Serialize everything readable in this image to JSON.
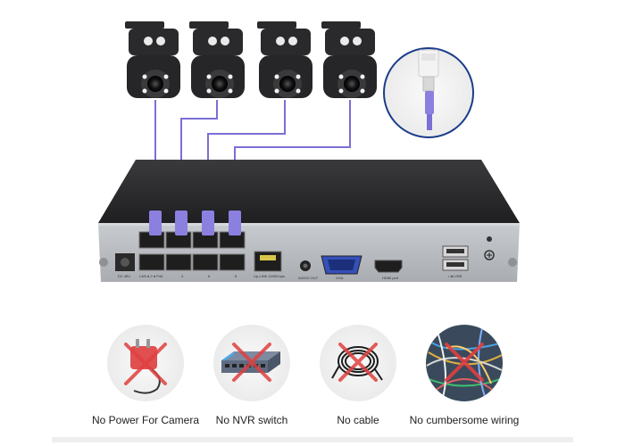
{
  "colors": {
    "cable": "#7b6fd6",
    "plug": "#8b80e0",
    "nvr_top": "#2b2b2d",
    "nvr_front": "#b9bcc1",
    "camera_body": "#2a2a2c",
    "red_x": "#e04040"
  },
  "features": [
    {
      "label": "No Power For Camera",
      "icon": "power-adapter-icon"
    },
    {
      "label": "No NVR switch",
      "icon": "network-switch-icon"
    },
    {
      "label": "No cable",
      "icon": "cable-coil-icon"
    },
    {
      "label": "No cumbersome wiring",
      "icon": "messy-wiring-icon"
    }
  ],
  "nvr": {
    "port_labels": {
      "dc": "DC 48V",
      "lan1": "LAN ●  2    ● PoE",
      "lan3": "4",
      "lan5": "6",
      "lan7": "8",
      "uplink": "Up-LINK 10/0M  bps",
      "audio": "AUDIO OUT",
      "vga": "VGA",
      "hdmi": "HDMI port",
      "usb": "• ⇆ USB"
    }
  }
}
